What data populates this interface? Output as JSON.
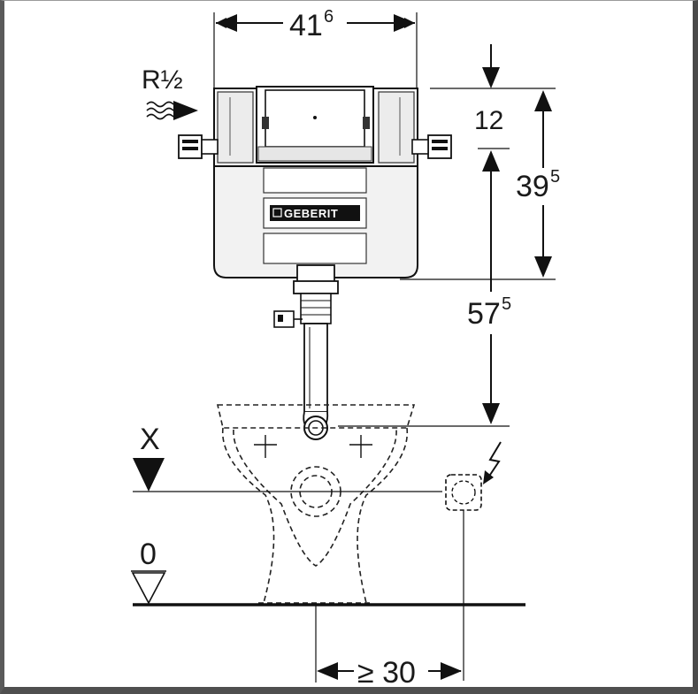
{
  "dimensions": {
    "width": {
      "base": "41",
      "sup": "6"
    },
    "top_offset": {
      "base": "12",
      "sup": ""
    },
    "cistern_height": {
      "base": "39",
      "sup": "5"
    },
    "outlet_height": {
      "base": "57",
      "sup": "5"
    },
    "min_distance": {
      "base": "≥ 30",
      "sup": ""
    }
  },
  "labels": {
    "water_inlet": "R½",
    "axis_marker": "X",
    "floor_level": "0",
    "brand": "GEBERIT"
  },
  "icons": {
    "water": "water-waves-icon",
    "electric": "lightning-icon"
  }
}
